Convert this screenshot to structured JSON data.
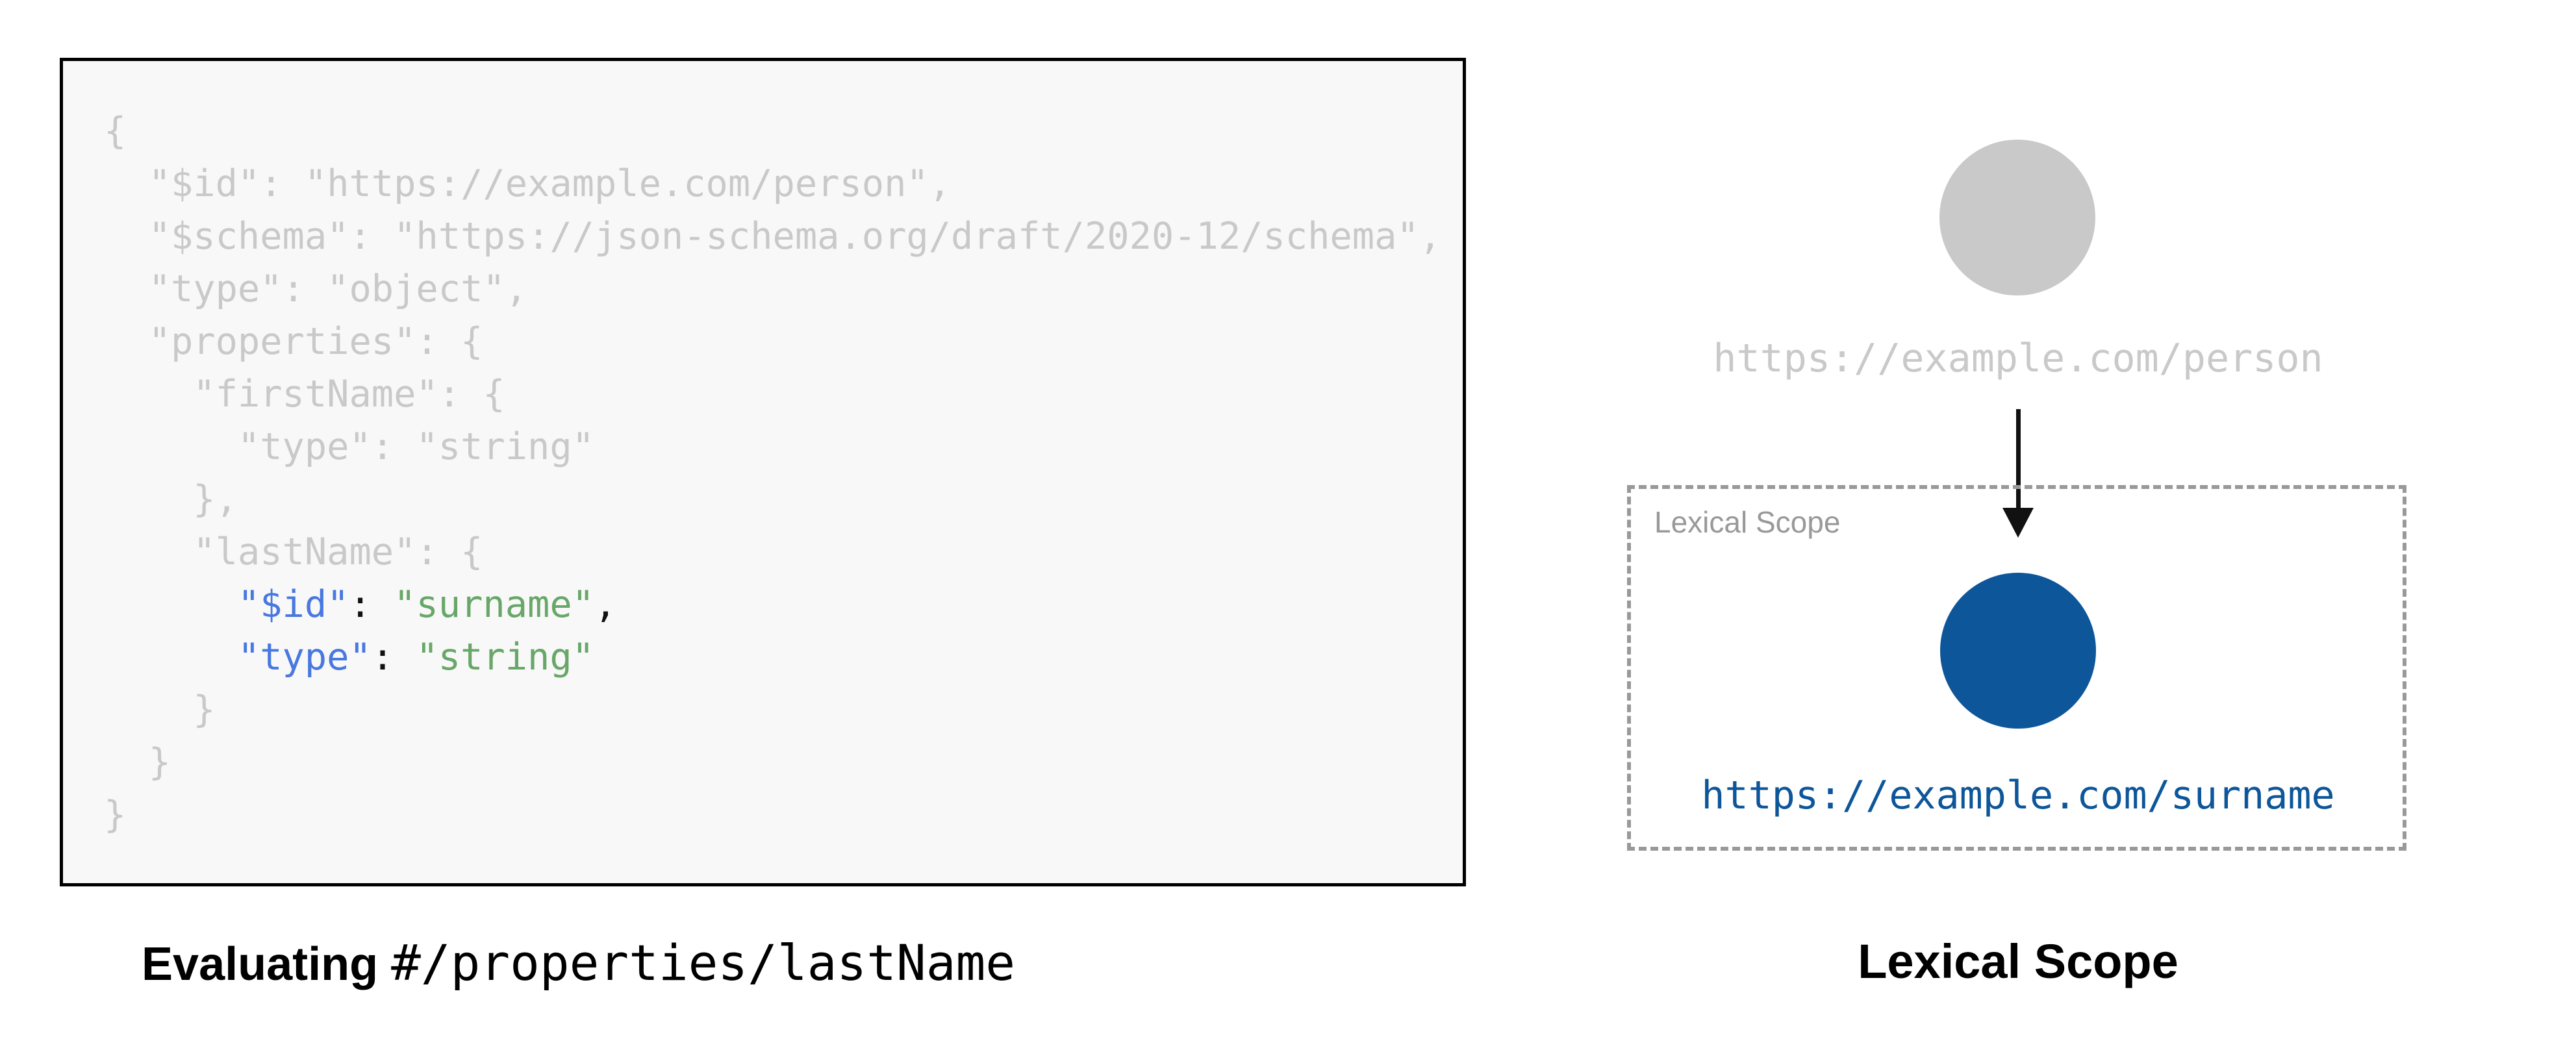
{
  "colors": {
    "code_muted": "#c9c9c9",
    "code_key_blue": "#4878e0",
    "code_string_green": "#68a768",
    "code_punct_black": "#111111",
    "code_panel_bg": "#f8f8f8",
    "code_panel_border": "#000000",
    "parent_node_gray": "#c9c9c9",
    "scope_border_gray": "#999999",
    "child_node_blue": "#0d569a"
  },
  "left_figure": {
    "code": {
      "lines": [
        [
          {
            "t": "{",
            "c": "muted"
          }
        ],
        [
          {
            "t": "  \"$id\": \"https://example.com/person\",",
            "c": "muted"
          }
        ],
        [
          {
            "t": "  \"$schema\": \"https://json-schema.org/draft/2020-12/schema\",",
            "c": "muted"
          }
        ],
        [
          {
            "t": "  \"type\": \"object\",",
            "c": "muted"
          }
        ],
        [
          {
            "t": "  \"properties\": {",
            "c": "muted"
          }
        ],
        [
          {
            "t": "    \"firstName\": {",
            "c": "muted"
          }
        ],
        [
          {
            "t": "      \"type\": \"string\"",
            "c": "muted"
          }
        ],
        [
          {
            "t": "    },",
            "c": "muted"
          }
        ],
        [
          {
            "t": "    \"lastName\": {",
            "c": "muted"
          }
        ],
        [
          {
            "t": "      ",
            "c": "muted"
          },
          {
            "t": "\"$id\"",
            "c": "key"
          },
          {
            "t": ": ",
            "c": "plain"
          },
          {
            "t": "\"surname\"",
            "c": "str"
          },
          {
            "t": ",",
            "c": "plain"
          }
        ],
        [
          {
            "t": "      ",
            "c": "muted"
          },
          {
            "t": "\"type\"",
            "c": "key"
          },
          {
            "t": ": ",
            "c": "plain"
          },
          {
            "t": "\"string\"",
            "c": "str"
          }
        ],
        [
          {
            "t": "    }",
            "c": "muted"
          }
        ],
        [
          {
            "t": "  }",
            "c": "muted"
          }
        ],
        [
          {
            "t": "}",
            "c": "muted"
          }
        ]
      ]
    },
    "caption": {
      "prefix": "Evaluating ",
      "pointer": "#/properties/lastName"
    }
  },
  "right_figure": {
    "parent_label": "https://example.com/person",
    "scope_box_label": "Lexical Scope",
    "child_label": "https://example.com/surname",
    "caption": "Lexical Scope"
  }
}
